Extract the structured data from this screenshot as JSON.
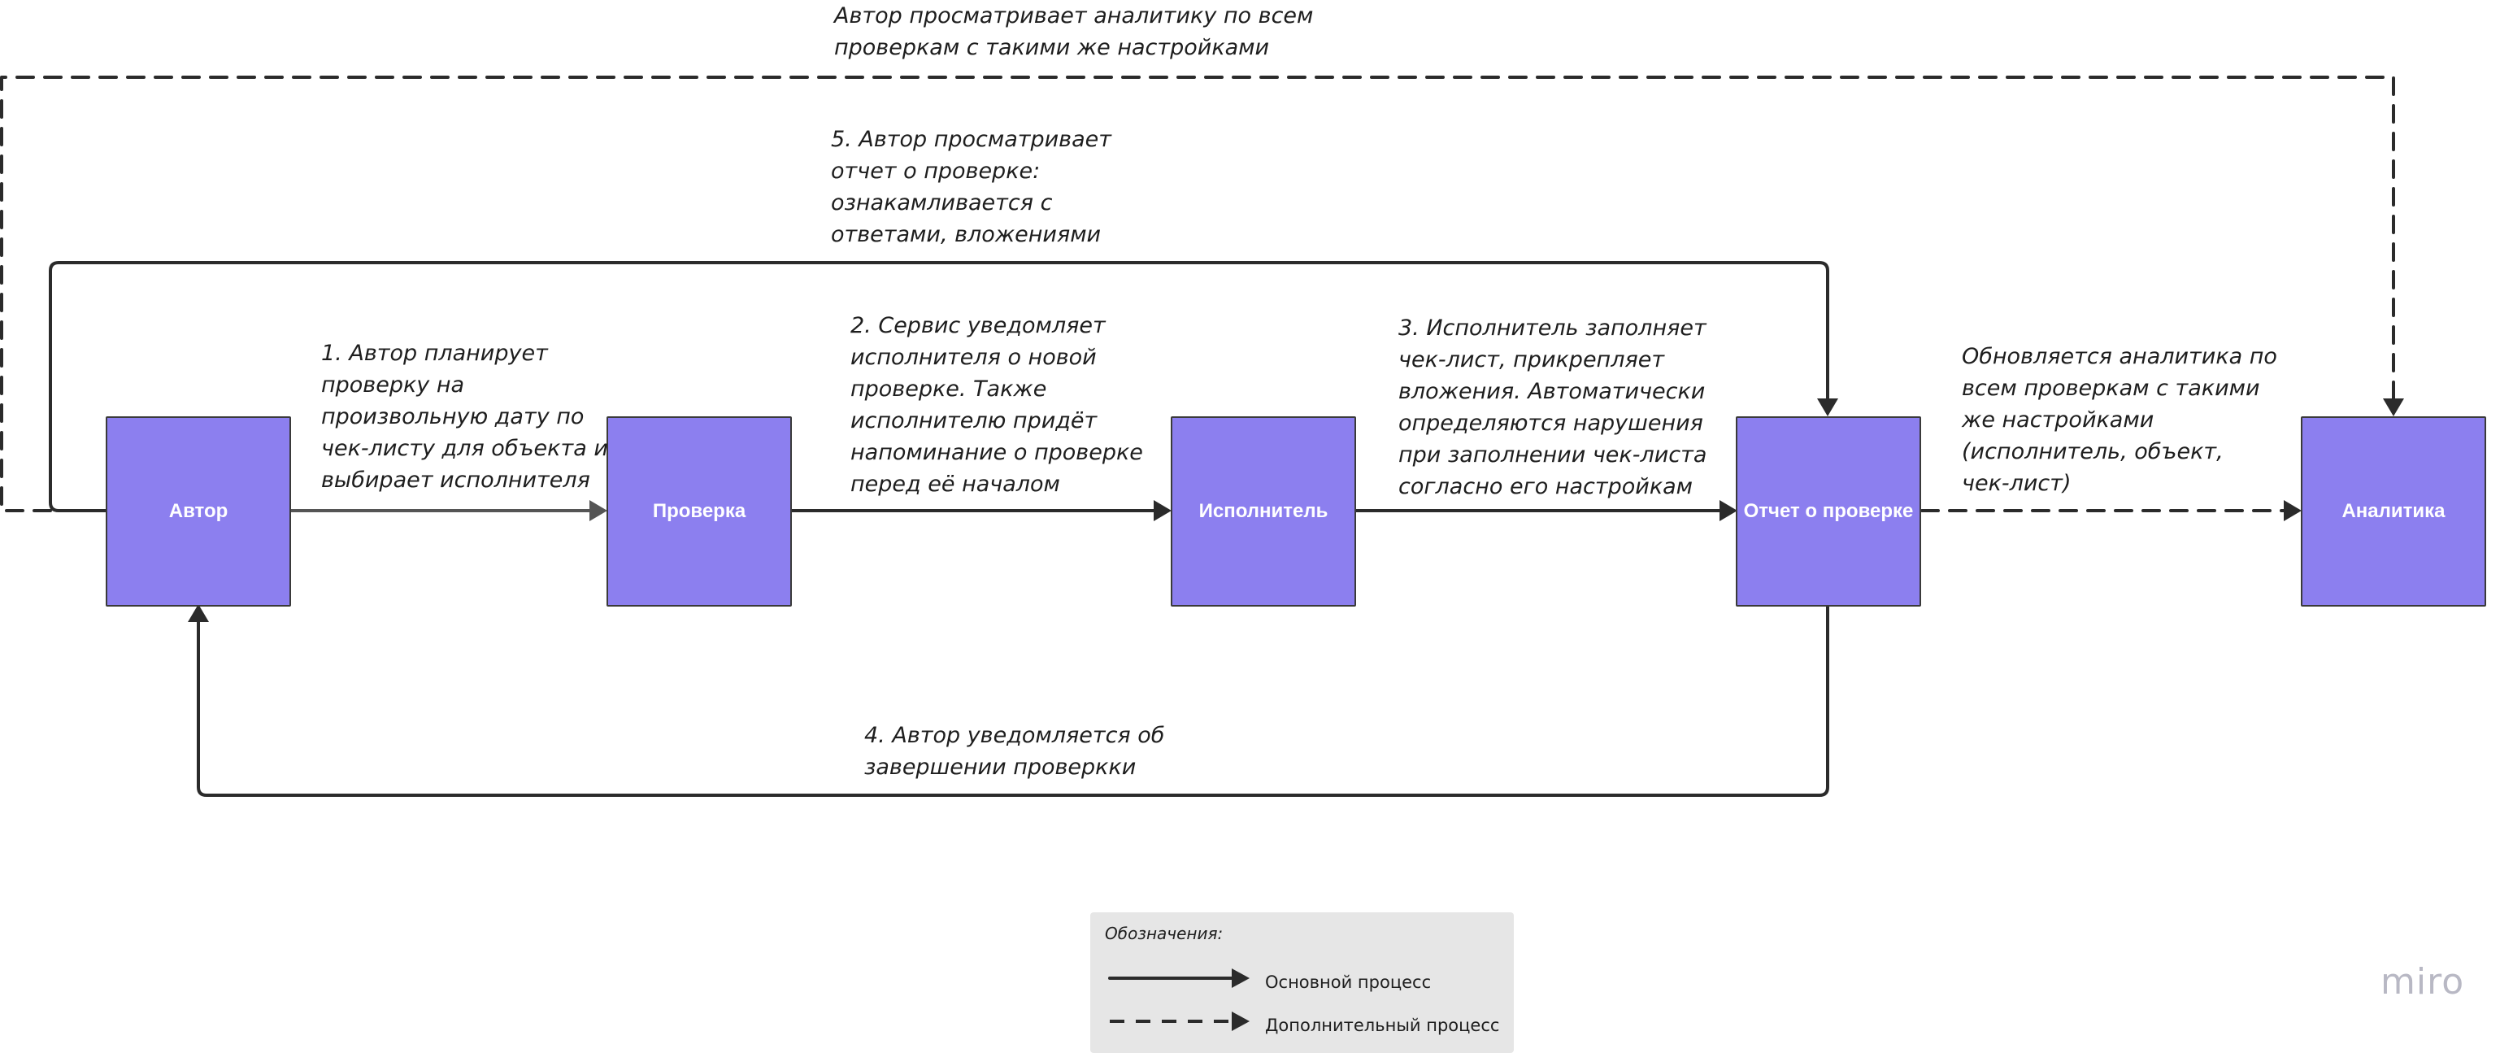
{
  "nodes": {
    "author": "Автор",
    "check": "Проверка",
    "executor": "Исполнитель",
    "report": "Отчет о проверке",
    "analytics": "Аналитика"
  },
  "notes": {
    "top": [
      "Автор просматривает аналитику по всем",
      "проверкам с такими же настройками"
    ],
    "step5": [
      "5. Автор просматривает",
      "отчет о проверке:",
      "ознакамливается с",
      "ответами, вложениями"
    ],
    "step1": [
      "1. Автор планирует",
      "проверку на",
      "произвольную дату по",
      "чек-листу для объекта и",
      "выбирает исполнителя"
    ],
    "step2": [
      "2. Сервис уведомляет",
      "исполнителя о новой",
      "проверке. Также",
      "исполнителю придёт",
      "напоминание о проверке",
      "перед её началом"
    ],
    "step3": [
      "3. Исполнитель заполняет",
      "чек-лист, прикрепляет",
      "вложения. Автоматически",
      "определяются нарушения",
      "при заполнении чек-листа",
      "согласно его настройкам"
    ],
    "analytics_update": [
      "Обновляется аналитика по",
      "всем проверкам с такими",
      "же настройками",
      "(исполнитель, объект,",
      "чек-лист)"
    ],
    "step4": [
      "4. Автор уведомляется об",
      "завершении проверкки"
    ]
  },
  "legend": {
    "title": "Обозначения:",
    "main": "Основной процесс",
    "extra": "Дополнительный процесс"
  },
  "brand": "miro",
  "colors": {
    "node_fill": "#8c7fef",
    "node_border": "#3a3a3a",
    "line": "#2b2b2b",
    "legend_bg": "#e6e6e6"
  }
}
